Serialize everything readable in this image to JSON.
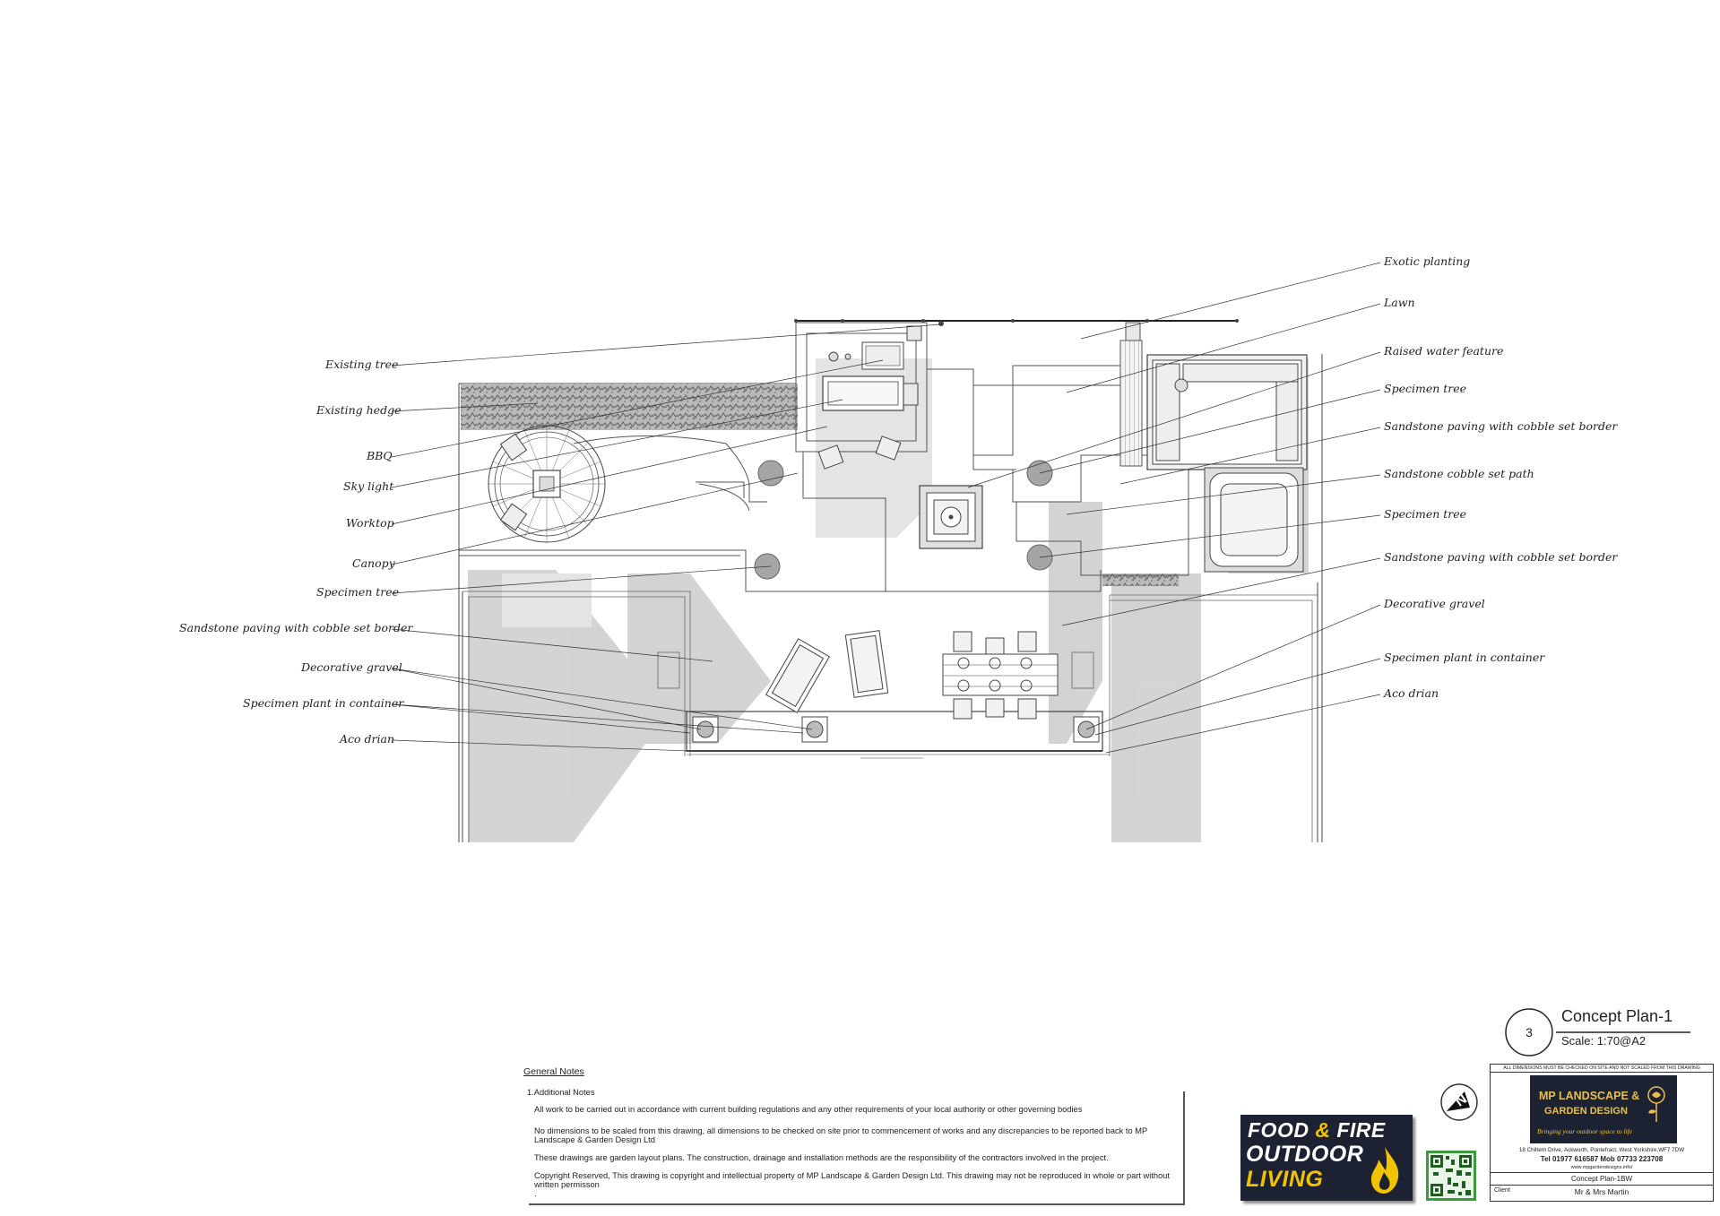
{
  "callouts": {
    "left": [
      "Existing tree",
      "Existing hedge",
      "BBQ",
      "Sky light",
      "Worktop",
      "Canopy",
      "Specimen tree",
      "Sandstone paving with cobble set border",
      "Decorative gravel",
      "Specimen plant in container",
      "Aco drian"
    ],
    "right": [
      "Exotic planting",
      "Lawn",
      "Raised water feature",
      "Specimen tree",
      "Sandstone paving with cobble set border",
      "Sandstone cobble set path",
      "Specimen tree",
      "Sandstone paving with cobble set border",
      "Decorative gravel",
      "Specimen plant in container",
      "Aco drian"
    ]
  },
  "notes": {
    "title": "General Notes",
    "item_number": "1.",
    "subtitle": "Additional Notes",
    "paragraphs": [
      "All work to be carried out in accordance with current building regulations and any other requirements of your local authority or other governing bodies",
      "No dimensions to be scaled from this drawing, all dimensions to be checked on site prior to commencement of works and any discrepancies to be reported back to MP Landscape & Garden Design Ltd",
      "These drawings are garden layout plans. The construction, drainage and installation methods are the responsibility of the contractors involved in the project.",
      "Copyright Reserved, This drawing is copyright and intellectual property of MP Landscape & Garden Design Ltd. This drawing may not be reproduced in whole or part without written permisson",
      "."
    ]
  },
  "food_logo": {
    "line1_a": "FOOD",
    "line1_amp": "&",
    "line1_b": "FIRE",
    "line2": "OUTDOOR",
    "line3": "LIVING",
    "color_text": "#ffffff",
    "color_accent": "#f2c300",
    "color_bg": "#1d2233"
  },
  "title_block": {
    "sheet_number": "3",
    "title": "Concept Plan-1",
    "scale": "Scale: 1:70@A2",
    "warning": "ALL DIMENSIONS MUST BE CHECKED ON SITE AND NOT SCALED FROM THIS DRAWING",
    "company_line1": "MP LANDSCAPE &",
    "company_line2": "GARDEN DESIGN",
    "tagline": "Bringing your outdoor space to life",
    "address": "18 Chiltern Drive, Ackworth, Pontefract, West Yorkshire,WF7 7DW",
    "phone": "Tel 01977 616587  Mob 07733 223708",
    "website": "www.mpgardendesigns.info/",
    "drawing_ref": "Concept Plan-1BW",
    "client_label": "Client",
    "client": "Mr & Mrs Martin"
  }
}
